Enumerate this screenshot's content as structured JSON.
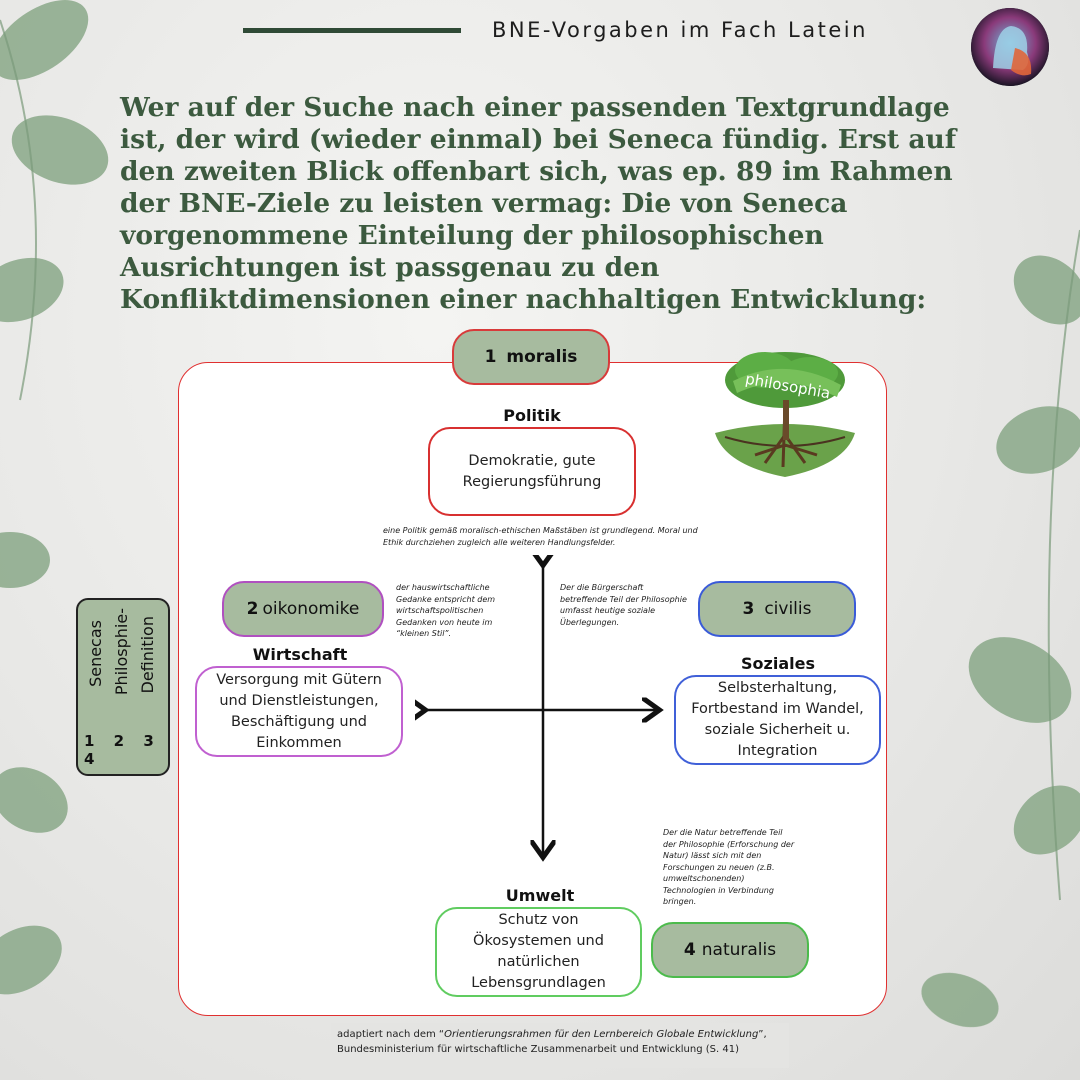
{
  "header": {
    "title": "BNE-Vorgaben im Fach Latein"
  },
  "intro_text": "Wer auf der Suche nach einer passenden Textgrundlage ist, der wird (wieder einmal) bei Seneca fündig. Erst auf den zweiten Blick offenbart sich, was ep. 89 im Rahmen der BNE-Ziele zu leisten vermag: Die von Seneca vorgenommene Einteilung der philosophischen Ausrichtungen ist passgenau zu den Konfliktdimensionen einer nachhaltigen Entwicklung:",
  "tree_label": "philosophia",
  "pills": {
    "moralis": {
      "num": "1",
      "label": "moralis"
    },
    "oikonomike": {
      "num": "2",
      "label": "oikonomike"
    },
    "civilis": {
      "num": "3",
      "label": "civilis"
    },
    "naturalis": {
      "num": "4",
      "label": "naturalis"
    }
  },
  "dimensions": {
    "politik": {
      "heading": "Politik",
      "text": "Demokratie,  gute Regierungsführung"
    },
    "wirtschaft": {
      "heading": "Wirtschaft",
      "text": "Versorgung mit Gütern und Dienstleistungen, Beschäftigung und Einkommen"
    },
    "soziales": {
      "heading": "Soziales",
      "text": "Selbsterhaltung, Fortbestand im Wandel, soziale Sicherheit u. Integration"
    },
    "umwelt": {
      "heading": "Umwelt",
      "text": "Schutz von Ökosystemen und natürlichen Lebensgrundlagen"
    }
  },
  "notes": {
    "politik": "eine Politik gemäß moralisch-ethischen Maßstäben ist grundlegend. Moral und Ethik durchziehen zugleich alle weiteren Handlungsfelder.",
    "wirtschaft": "der hauswirtschaftliche Gedanke entspricht dem wirtschaftspolitischen Gedanken von heute im “kleinen Stil”.",
    "soziales": "Der die Bürgerschaft betreffende Teil der Philosophie umfasst heutige soziale Überlegungen.",
    "umwelt": "Der die Natur betreffende Teil der Philosophie (Erforschung der Natur) lässt sich mit den Forschungen zu neuen (z.B. umweltschonenden) Technologien in Verbindung bringen."
  },
  "side_box": {
    "line1": "Senecas",
    "line2": "Philosphie-",
    "line3": "Definition",
    "numbers": "1 2 3 4"
  },
  "source": {
    "prefix": "adaptiert nach dem “",
    "title": "Orientierungsrahmen für den Lernbereich Globale Entwicklung",
    "suffix": "”,",
    "line2": "Bundesministerium für wirtschaftliche Zusammenarbeit und Entwicklung (S. 41)"
  },
  "colors": {
    "accent_green": "#3c5a3f",
    "pill_green": "#a7bb9f",
    "politik": "#d83030",
    "wirtschaft": "#c060d0",
    "soziales": "#4060d8",
    "umwelt": "#60cc60"
  }
}
